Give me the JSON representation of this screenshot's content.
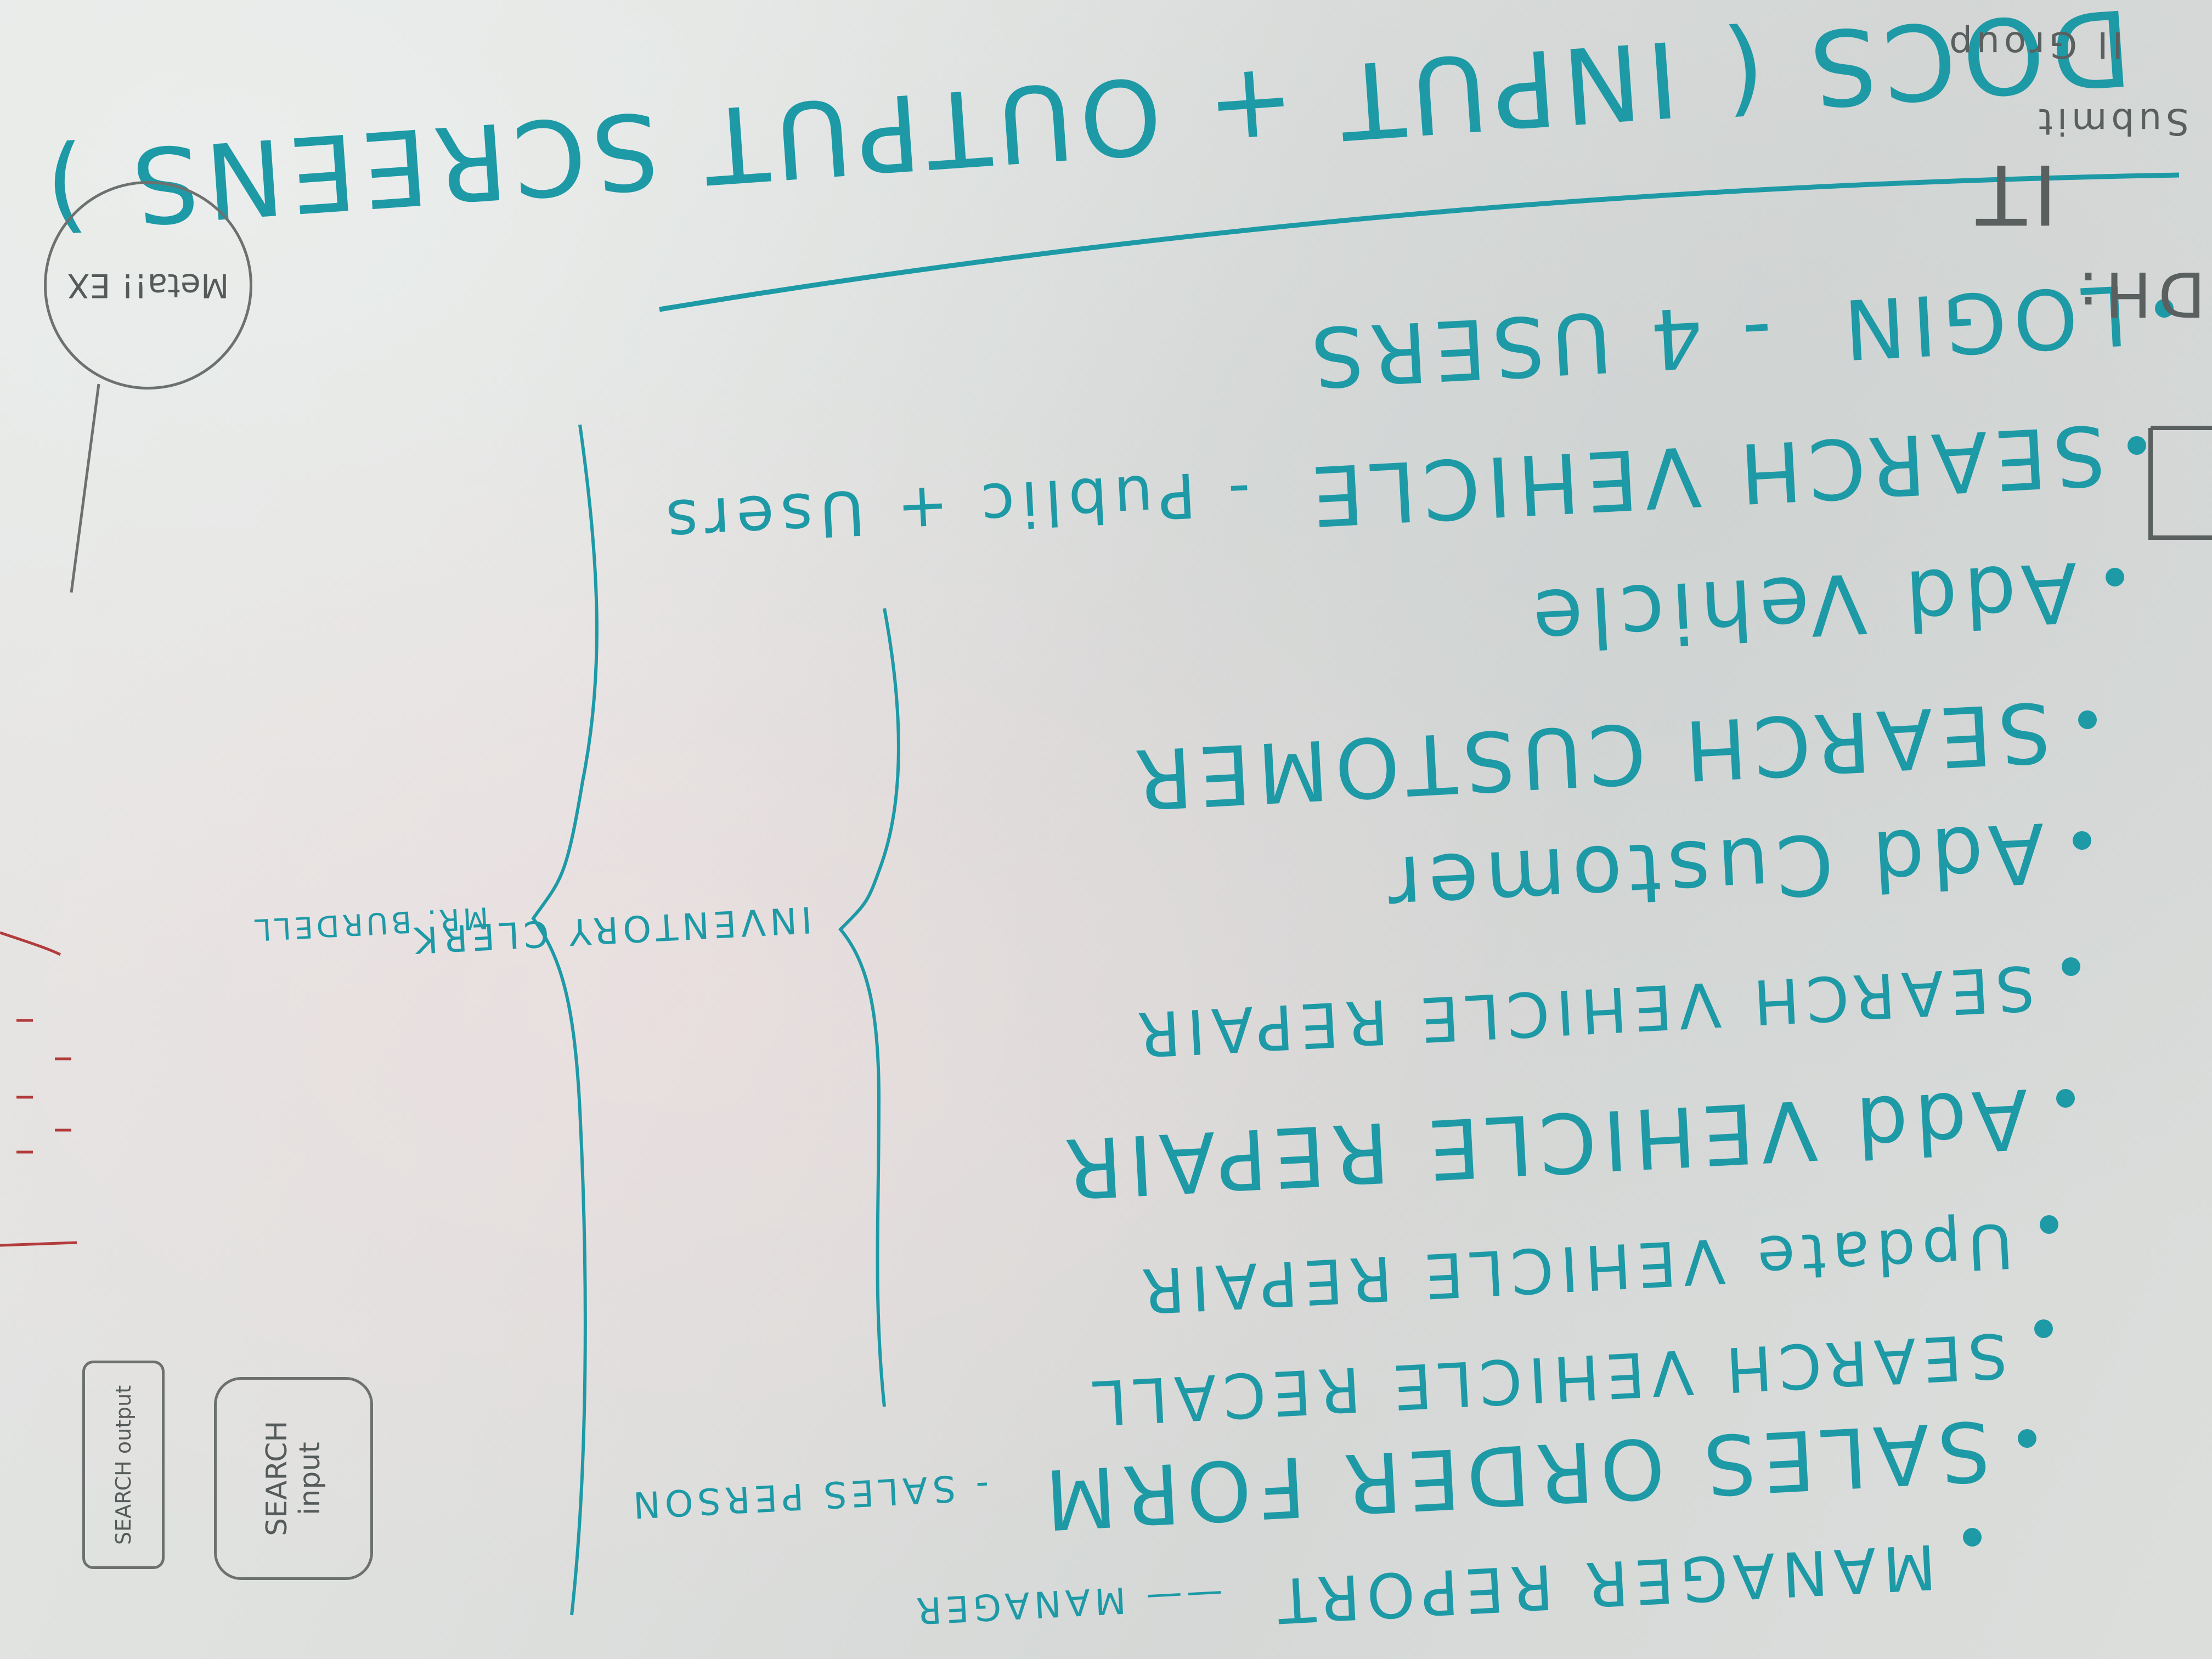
{
  "board": {
    "heading": "DOCS ( INPUT + OUTPUT SCREENS )",
    "items": [
      {
        "label": "LOGIN",
        "note": "- 4 USERS"
      },
      {
        "label": "SEARCH VEHICLE",
        "note": "- Public + Users"
      },
      {
        "label": "Add Vehicle",
        "note": ""
      },
      {
        "label": "SEARCH CUSTOMER",
        "note": ""
      },
      {
        "label": "Add Customer",
        "note": ""
      },
      {
        "label": "SEARCH VEHICLE REPAIR",
        "note": ""
      },
      {
        "label": "Add VEHICLE REPAIR",
        "note": ""
      },
      {
        "label": "Update VEHICLE REPAIR",
        "note": ""
      },
      {
        "label": "SEARCH VEHICLE RECALL",
        "note": ""
      },
      {
        "label": "SALES ORDER FORM",
        "note": "- SALES PERSON"
      },
      {
        "label": "MANAGER REPORT",
        "note": "—— MANAGER"
      }
    ],
    "brace_labels": {
      "outer": "MR. BURDELL",
      "inner": "INVENTORY CLERK"
    },
    "side_notes": {
      "bubble": "Meta!! EX",
      "search_input": "SEARCH input",
      "search_output": "SEARCH output",
      "partial_top_right": "IT",
      "partial_top_right_2": "DH:",
      "partial_top_right_3": "Submit",
      "partial_top_right_4": "II Group"
    },
    "colors": {
      "marker": "#1d9aa6",
      "background": "#dcdedc",
      "gray_marker": "#5a5f5f"
    }
  }
}
